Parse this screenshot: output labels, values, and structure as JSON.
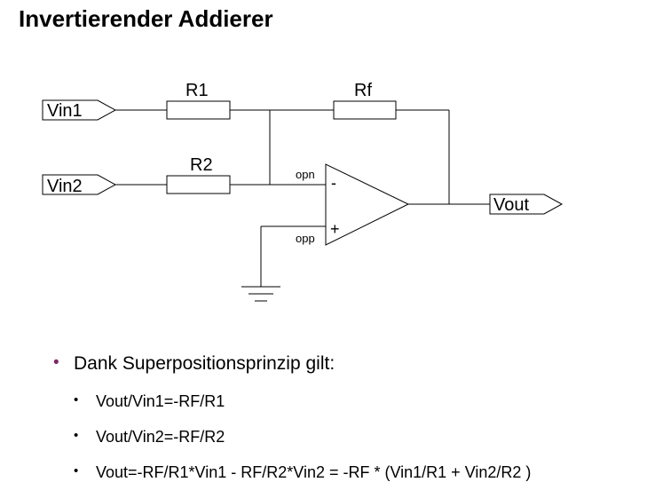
{
  "title": "Invertierender Addierer",
  "schematic": {
    "inputs": [
      "Vin1",
      "Vin2"
    ],
    "output": "Vout",
    "resistors": [
      "R1",
      "R2",
      "Rf"
    ],
    "opamp_inputs": {
      "inverting": "opn",
      "noninverting": "opp"
    },
    "opamp_signs": {
      "inverting": "-",
      "noninverting": "+"
    }
  },
  "bullets": {
    "main": "Dank Superpositionsprinzip gilt:",
    "sub": [
      "Vout/Vin1=-RF/R1",
      "Vout/Vin2=-RF/R2",
      "Vout=-RF/R1*Vin1 - RF/R2*Vin2 = -RF * (Vin1/R1 + Vin2/R2 )"
    ]
  }
}
